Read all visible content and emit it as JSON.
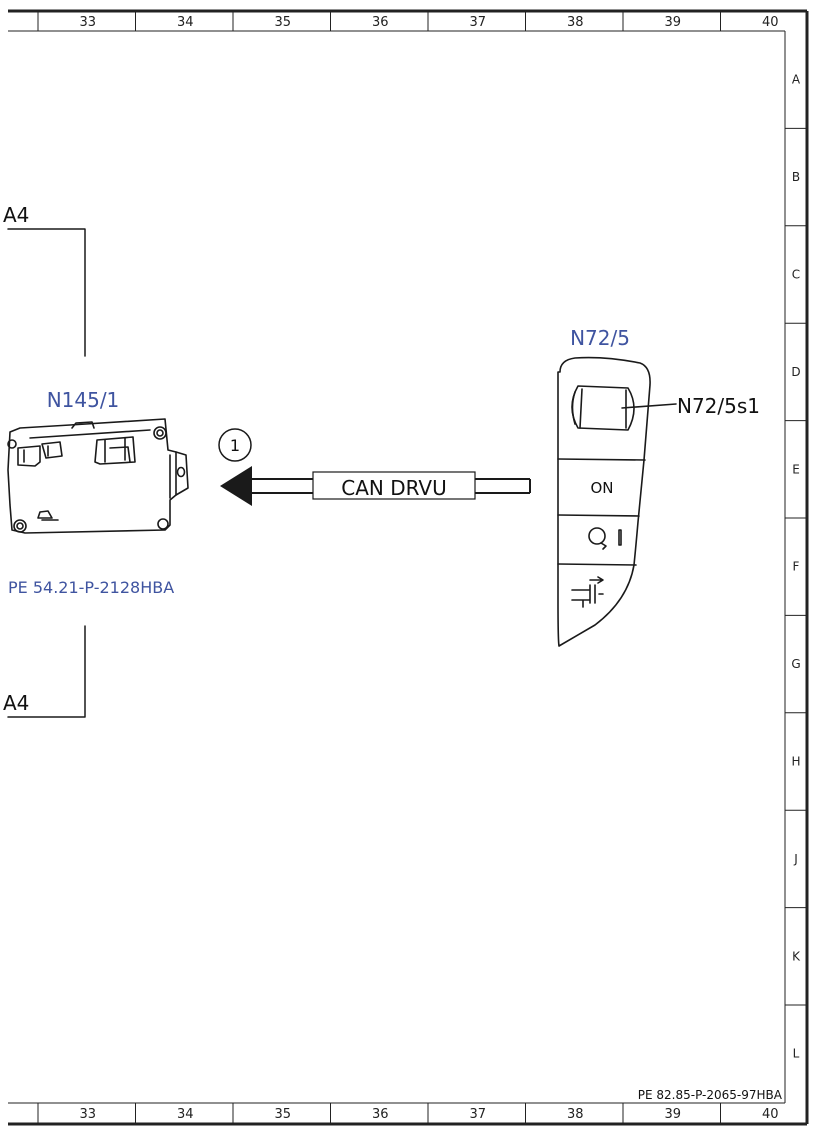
{
  "grid": {
    "columns": [
      "33",
      "34",
      "35",
      "36",
      "37",
      "38",
      "39",
      "40"
    ],
    "rows": [
      "A",
      "B",
      "C",
      "D",
      "E",
      "F",
      "G",
      "H",
      "J",
      "K",
      "L"
    ]
  },
  "components": {
    "control_unit": {
      "label": "N145/1",
      "reference": "PE 54.21-P-2128HBA",
      "bracket_top_label": "A4",
      "bracket_bottom_label": "A4"
    },
    "steering_switch": {
      "label": "N72/5",
      "sub_label": "N72/5s1",
      "button_on": "ON"
    }
  },
  "connection": {
    "bus_label": "CAN DRVU",
    "marker": "1"
  },
  "footer": {
    "reference": "PE 82.85-P-2065-97HBA"
  }
}
